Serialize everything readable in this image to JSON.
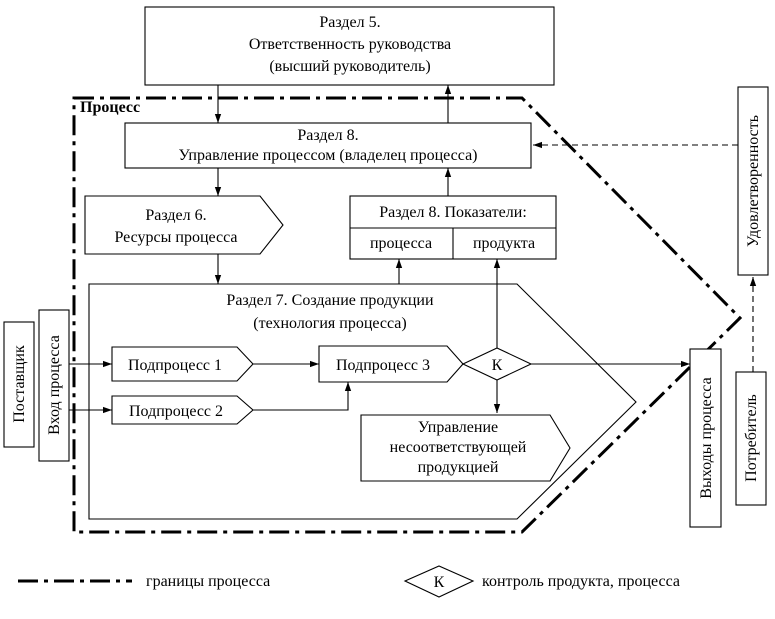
{
  "section5": {
    "line1": "Раздел 5.",
    "line2": "Ответственность руководства",
    "line3": "(высший руководитель)"
  },
  "process_label": "Процесс",
  "section8_mgmt": {
    "line1": "Раздел 8.",
    "line2": "Управление процессом (владелец процесса)"
  },
  "section6": {
    "line1": "Раздел 6.",
    "line2": "Ресурсы процесса"
  },
  "indicators": {
    "title": "Раздел 8. Показатели:",
    "process": "процесса",
    "product": "продукта"
  },
  "section7": {
    "line1": "Раздел 7. Создание продукции",
    "line2": "(технология процесса)"
  },
  "subprocess1": "Подпроцесс 1",
  "subprocess2": "Подпроцесс 2",
  "subprocess3": "Подпроцесс 3",
  "control_symbol": "К",
  "nonconforming": {
    "line1": "Управление",
    "line2": "несоответствующей",
    "line3": "продукцией"
  },
  "supplier": "Поставщик",
  "process_input": "Вход процесса",
  "process_outputs": "Выходы процесса",
  "consumer": "Потребитель",
  "satisfaction": "Удовлетворенность",
  "legend": {
    "boundary_label": "границы процесса",
    "control_label": "контроль продукта, процесса"
  }
}
